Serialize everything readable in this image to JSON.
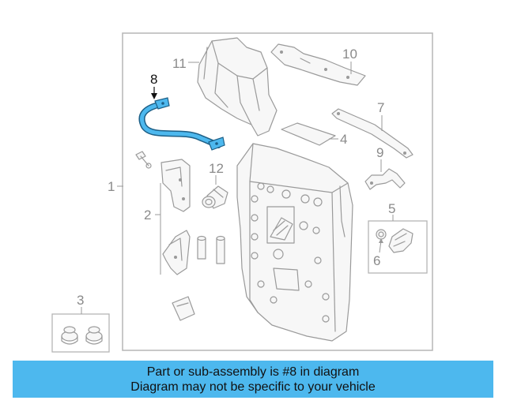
{
  "diagram": {
    "callouts": {
      "c1": "1",
      "c2": "2",
      "c3": "3",
      "c4": "4",
      "c5": "5",
      "c6": "6",
      "c7": "7",
      "c8": "8",
      "c9": "9",
      "c10": "10",
      "c11": "11",
      "c12": "12"
    },
    "highlight_color": "#4db8ee",
    "highlighted_part": "8"
  },
  "caption": {
    "line1": "Part or sub-assembly is #8 in diagram",
    "line2": "Diagram may not be specific to your vehicle",
    "background": "#4db8ee"
  }
}
